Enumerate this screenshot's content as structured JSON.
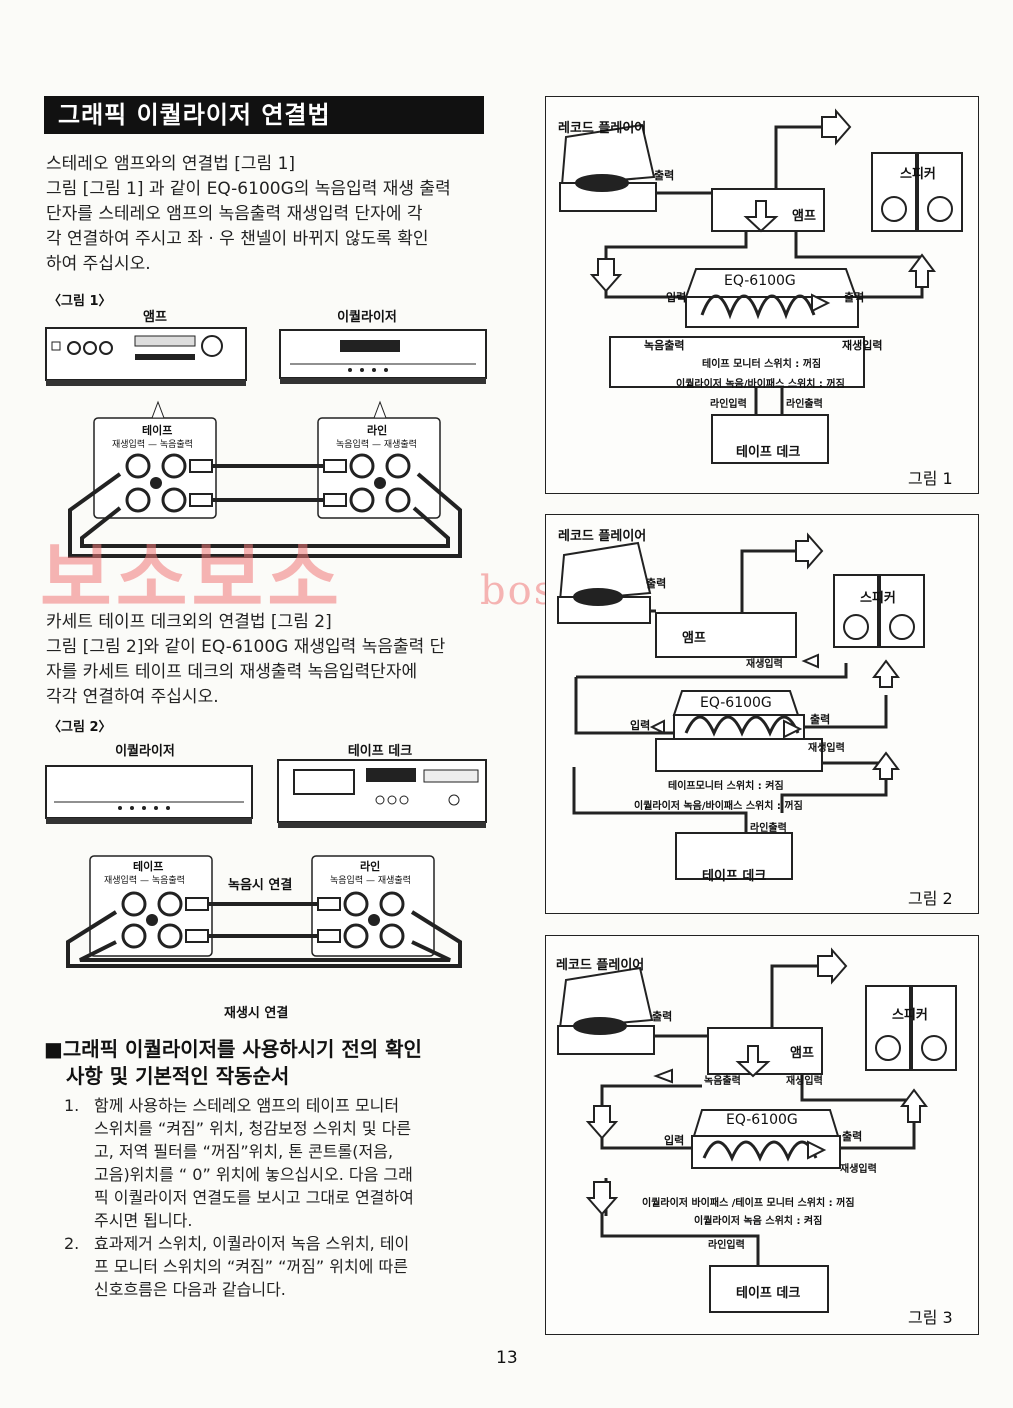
{
  "title": "그래픽 이퀄라이저 연결법",
  "sec1": {
    "heading": "스테레오 앰프와의 연결법 [그림 1]",
    "lines": [
      "그림 [그림 1] 과 같이 EQ-6100G의 녹음입력 재생 출력",
      "단자를 스테레오 앰프의 녹음출력 재생입력 단자에 각",
      "각 연결하여 주시고 좌 · 우 챈넬이 바뀌지 않도록 확인",
      "하여 주십시오."
    ],
    "fig_label": "〈그림 1〉",
    "dev_left": "앰프",
    "dev_right": "이퀄라이저",
    "jack_left": "테이프",
    "jack_left_sub": "재생입력 — 녹음출력",
    "jack_right": "라인",
    "jack_right_sub": "녹음입력 — 재생출력"
  },
  "watermark": {
    "main": "보소보소",
    "url": "bosoboso.co.kr"
  },
  "sec2": {
    "heading": "카세트 테이프 데크외의 연결법 [그림 2]",
    "lines": [
      "그림 [그림 2]와 같이 EQ-6100G 재생입력 녹음출력 단",
      "자를 카세트 테이프 데크의 재생출력 녹음입력단자에",
      "각각 연결하여 주십시오."
    ],
    "fig_label": "〈그림 2〉",
    "dev_left": "이퀄라이저",
    "dev_right": "테이프 데크",
    "jack_left": "테이프",
    "jack_left_sub": "재생입력 — 녹음출력",
    "jack_right": "라인",
    "jack_right_sub": "녹음입력 — 재생출력",
    "rec_label": "녹음시 연결",
    "play_label": "재생시 연결"
  },
  "sec3": {
    "heading_line1": "■그래픽 이퀄라이저를 사용하시기 전의 확인",
    "heading_line2": "사항 및 기본적인 작동순서",
    "items": [
      {
        "num": "1.",
        "lines": [
          "함께 사용하는 스테레오 앰프의 테이프 모니터",
          "스위치를 “켜짐” 위치, 청감보정 스위치 및 다른",
          "고, 저역 필터를 “꺼짐”위치, 톤 콘트롤(저음,",
          "고음)위치를 “ 0” 위치에 놓으십시오. 다음 그래",
          "픽 이퀄라이저 연결도를 보시고 그대로 연결하여",
          "주시면 됩니다."
        ]
      },
      {
        "num": "2.",
        "lines": [
          "효과제거 스위치, 이퀄라이저 녹음 스위치, 테이",
          "프 모니터 스위치의 “켜짐” “꺼짐” 위치에 따른",
          "신호흐름은 다음과 같습니다."
        ]
      }
    ]
  },
  "fig1": {
    "player": "레코드 플레이어",
    "speaker": "스피커",
    "amp": "앰프",
    "out": "출력",
    "in": "입력",
    "eq": "EQ-6100G",
    "eq_out": "출력",
    "rec_out": "녹음출력",
    "play_in": "재생입력",
    "sw1": "테이프 모니터 스위치 : 꺼짐",
    "sw2": "이퀄라이저 녹음/바이패스 스위치 : 꺼짐",
    "line_in": "라인입력",
    "line_out": "라인출력",
    "deck": "테이프 데크",
    "caption": "그림 1"
  },
  "fig2": {
    "player": "레코드 플레이어",
    "speaker": "스피커",
    "amp": "앰프",
    "out": "출력",
    "play_in": "재생입력",
    "in": "입력",
    "eq": "EQ-6100G",
    "eq_out": "출력",
    "eq_play_in": "재생입력",
    "sw1": "테이프모니터 스위치 : 켜짐",
    "sw2": "이퀄라이저 녹음/바이패스 스위치 : 꺼짐",
    "line_out": "라인출력",
    "deck": "테이프 데크",
    "caption": "그림 2"
  },
  "fig3": {
    "player": "레코드 플레이어",
    "speaker": "스피커",
    "amp": "앰프",
    "out": "출력",
    "rec_out": "녹음출력",
    "play_in": "재생입력",
    "in": "입력",
    "eq": "EQ-6100G",
    "eq_out": "출력",
    "eq_play_in": "재생입력",
    "sw1": "이퀄라이저 바이패스 /테이프 모니터 스위치 : 꺼짐",
    "sw2": "이퀄라이저 녹음 스위치 : 켜짐",
    "line_in": "라인입력",
    "deck": "테이프 데크",
    "caption": "그림 3"
  },
  "page_number": "13"
}
